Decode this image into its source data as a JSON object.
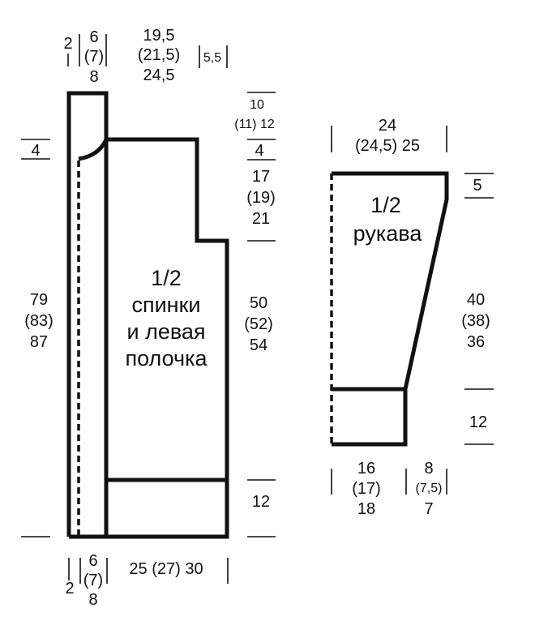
{
  "labels": {
    "top_cuff": [
      "2",
      "6",
      "(7)",
      "8"
    ],
    "top_shoulder": [
      "19,5",
      "(21,5)",
      "24,5"
    ],
    "top_neck_depth": "5,5",
    "right_shoulder_drop": [
      "10",
      "(11) 12"
    ],
    "right_armhole_shelf": "4",
    "right_armhole": [
      "17",
      "(19)",
      "21"
    ],
    "right_side": [
      "50",
      "(52)",
      "54"
    ],
    "right_rib": "12",
    "left_collar": "4",
    "left_length": [
      "79",
      "(83)",
      "87"
    ],
    "bottom_band": [
      "2",
      "6",
      "(7)",
      "8"
    ],
    "bottom_width": "25 (27) 30",
    "back_title": [
      "1/2",
      "спинки",
      "и левая",
      "полочка"
    ],
    "sleeve_title": [
      "1/2",
      "рукава"
    ],
    "sleeve_top": [
      "24",
      "(24,5) 25"
    ],
    "sleeve_cap": "5",
    "sleeve_length": [
      "40",
      "(38)",
      "36"
    ],
    "sleeve_cuff": "12",
    "sleeve_bottom": [
      "16",
      "(17)",
      "18"
    ],
    "sleeve_bottom_right": [
      "8",
      "(7,5)",
      "7"
    ]
  }
}
